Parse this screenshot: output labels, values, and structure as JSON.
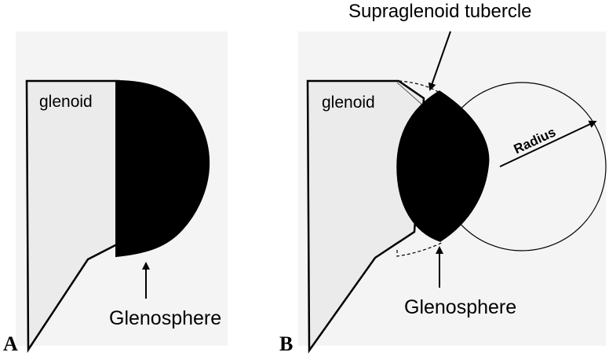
{
  "panels": [
    {
      "id": "A",
      "letter": "A",
      "structure_label": "glenoid",
      "component_label": "Glenosphere"
    },
    {
      "id": "B",
      "letter": "B",
      "structure_label": "glenoid",
      "component_label": "Glenosphere",
      "tubercle_label": "Supraglenoid tubercle",
      "radius_label": "Radius"
    }
  ],
  "colors": {
    "bone_fill": "#ebebeb",
    "component_fill": "#000000",
    "outline": "#000000",
    "background_shadow": "#f4f4f4"
  }
}
